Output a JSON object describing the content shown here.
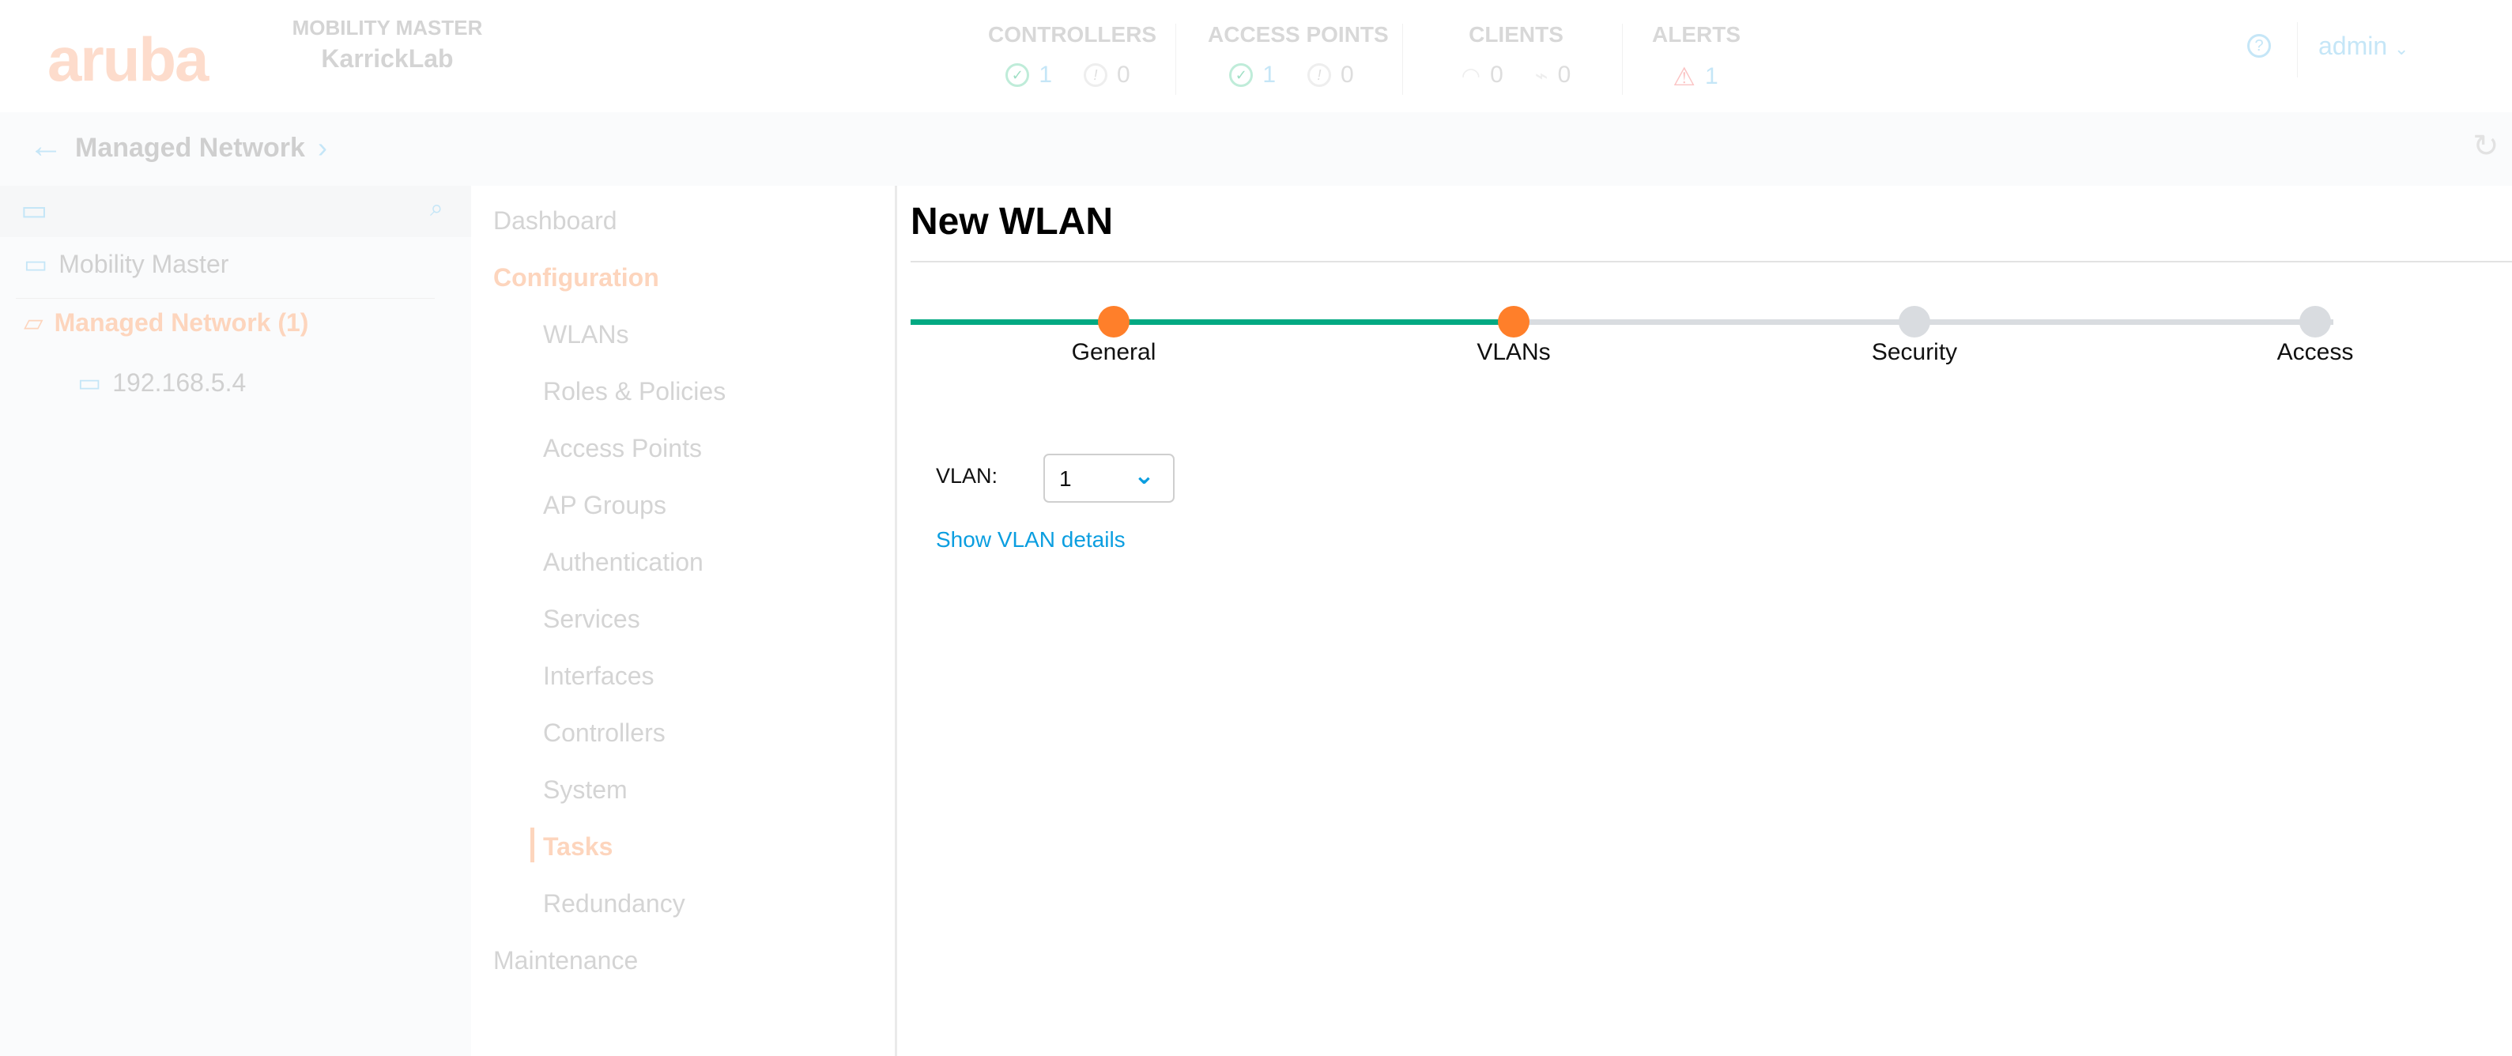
{
  "header": {
    "logo": "aruba",
    "product": "MOBILITY MASTER",
    "site": "KarrickLab",
    "stats": [
      {
        "label": "CONTROLLERS",
        "values": [
          {
            "icon": "check-circle-icon",
            "value": "1"
          },
          {
            "icon": "alert-circle-icon",
            "value": "0"
          }
        ]
      },
      {
        "label": "ACCESS POINTS",
        "values": [
          {
            "icon": "check-circle-icon",
            "value": "1"
          },
          {
            "icon": "alert-circle-icon",
            "value": "0"
          }
        ]
      },
      {
        "label": "CLIENTS",
        "values": [
          {
            "icon": "wifi-icon",
            "value": "0"
          },
          {
            "icon": "wired-icon",
            "value": "0"
          }
        ]
      },
      {
        "label": "ALERTS",
        "values": [
          {
            "icon": "warning-triangle-icon",
            "value": "1"
          }
        ]
      }
    ],
    "user": "admin"
  },
  "breadcrumb": {
    "title": "Managed Network"
  },
  "tree": {
    "items": [
      {
        "label": "Mobility Master"
      },
      {
        "label": "Managed Network (1)"
      },
      {
        "label": "192.168.5.4"
      }
    ]
  },
  "nav": {
    "items": [
      {
        "label": "Dashboard"
      },
      {
        "label": "Configuration"
      },
      {
        "label": "WLANs"
      },
      {
        "label": "Roles & Policies"
      },
      {
        "label": "Access Points"
      },
      {
        "label": "AP Groups"
      },
      {
        "label": "Authentication"
      },
      {
        "label": "Services"
      },
      {
        "label": "Interfaces"
      },
      {
        "label": "Controllers"
      },
      {
        "label": "System"
      },
      {
        "label": "Tasks"
      },
      {
        "label": "Redundancy"
      },
      {
        "label": "Maintenance"
      }
    ]
  },
  "main": {
    "title": "New WLAN",
    "steps": [
      {
        "label": "General",
        "state": "complete"
      },
      {
        "label": "VLANs",
        "state": "current"
      },
      {
        "label": "Security",
        "state": "pending"
      },
      {
        "label": "Access",
        "state": "pending"
      }
    ],
    "vlan_label": "VLAN:",
    "vlan_value": "1",
    "show_details": "Show VLAN details"
  },
  "colors": {
    "accent": "#ff7f2a",
    "progress": "#01a982",
    "link": "#0b9ee0",
    "pending": "#d9dce0"
  }
}
